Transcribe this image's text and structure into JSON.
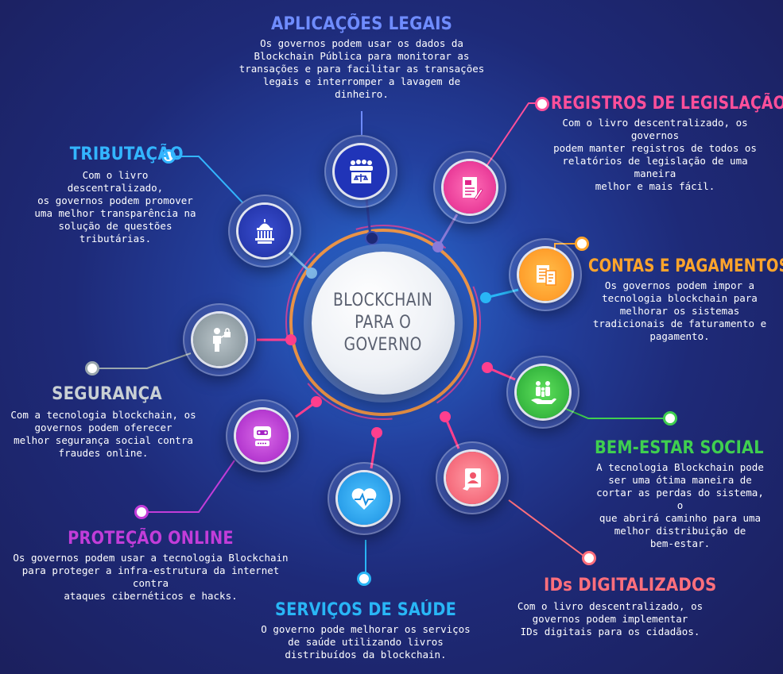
{
  "center": {
    "title": "BLOCKCHAIN\nPARA O\nGOVERNO"
  },
  "items": [
    {
      "key": "aplicacoes",
      "title": "APLICAÇÕES LEGAIS",
      "color": "#6f8cff",
      "text": "Os governos podem usar os dados da\nBlockchain Pública para monitorar as\ntransações e para facilitar as transações\nlegais e interromper a lavagem de\ndinheiro.",
      "icon": "justice-people-icon"
    },
    {
      "key": "registros",
      "title": "REGISTROS DE LEGISLAÇÃO",
      "color": "#ff4f9a",
      "text": "Com o livro descentralizado, os governos\npodem manter registros de todos os\nrelatórios de legislação de uma maneira\nmelhor e mais fácil.",
      "icon": "document-pen-icon"
    },
    {
      "key": "contas",
      "title": "CONTAS E PAGAMENTOS",
      "color": "#ffa42b",
      "text": "Os governos podem impor a\ntecnologia blockchain para\nmelhorar os sistemas\ntradicionais de faturamento e\npagamento.",
      "icon": "invoice-icon"
    },
    {
      "key": "bemestar",
      "title": "BEM-ESTAR SOCIAL",
      "color": "#3fcf4f",
      "text": "A tecnologia Blockchain pode\nser uma ótima maneira de\ncortar as perdas do sistema, o\nque abrirá caminho para uma\nmelhor distribuição de\nbem-estar.",
      "icon": "family-hand-icon"
    },
    {
      "key": "ids",
      "title": "IDs DIGITALIZADOS",
      "color": "#ff6f7c",
      "text": "Com o livro descentralizado, os\ngovernos podem implementar\nIDs digitais para os cidadãos.",
      "icon": "id-card-icon"
    },
    {
      "key": "saude",
      "title": "SERVIÇOS DE SAÚDE",
      "color": "#29b6f6",
      "text": "O governo pode melhorar os serviços\nde saúde utilizando livros\ndistribuídos da blockchain.",
      "icon": "heart-pulse-icon"
    },
    {
      "key": "protecao",
      "title": "PROTEÇÃO ONLINE",
      "color": "#c23dd9",
      "text": "Os governos podem usar a tecnologia Blockchain\npara proteger a infra-estrutura da internet contra\nataques cibernéticos e hacks.",
      "icon": "robot-shield-icon"
    },
    {
      "key": "seguranca",
      "title": "SEGURANÇA",
      "color": "#9aa7ad",
      "text": "Com a tecnologia blockchain, os\ngovernos podem oferecer\nmelhor segurança social contra\nfraudes online.",
      "icon": "person-lock-icon"
    },
    {
      "key": "tributacao",
      "title": "TRIBUTAÇÃO",
      "color": "#33b5ff",
      "text": "Com o livro descentralizado,\nos governos podem promover\numa melhor transparência na\nsolução de questões\ntributárias.",
      "icon": "capitol-building-icon"
    }
  ]
}
